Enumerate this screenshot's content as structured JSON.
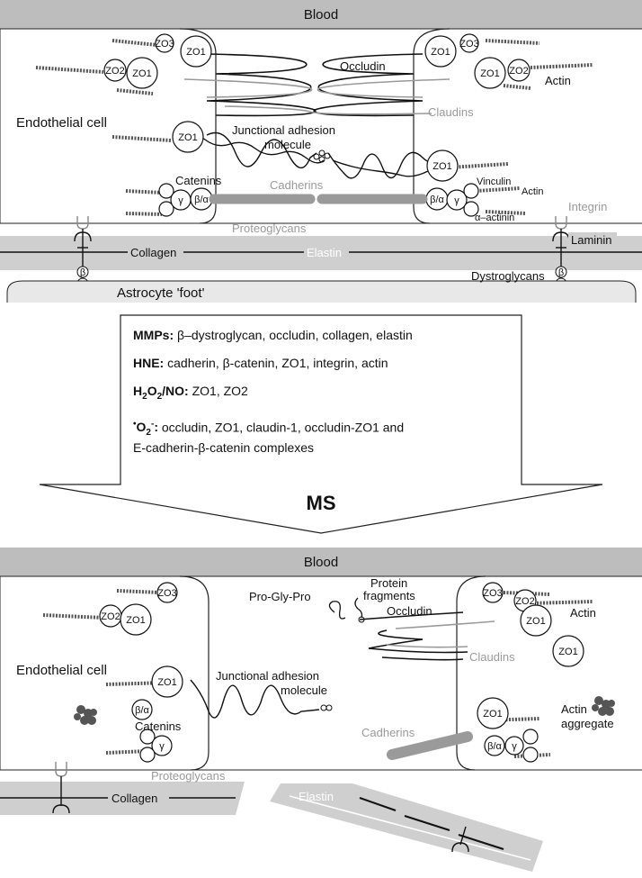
{
  "top": {
    "blood": "Blood",
    "endothelial_cell": "Endothelial cell",
    "zo1": "ZO1",
    "zo2": "ZO2",
    "zo3": "ZO3",
    "occludin": "Occludin",
    "actin": "Actin",
    "claudins": "Claudins",
    "jam_line1": "Junctional adhesion",
    "jam_line2": "molecule",
    "catenins": "Catenins",
    "cadherins": "Cadherins",
    "vinculin": "Vinculin",
    "alpha_actinin": "α–actinin",
    "integrin": "Integrin",
    "proteoglycans": "Proteoglycans",
    "collagen": "Collagen",
    "elastin": "Elastin",
    "laminin": "Laminin",
    "dystroglycans": "Dystroglycans",
    "astrocyte": "Astrocyte 'foot'",
    "gamma": "γ",
    "beta_alpha": "β/α",
    "beta": "β",
    "alpha": "α"
  },
  "middle": {
    "mmps_label": "MMPs:",
    "mmps_text": "β–dystroglycan, occludin, collagen, elastin",
    "hne_label": "HNE:",
    "hne_text": "cadherin, β-catenin, ZO1, integrin, actin",
    "h2o2_H": "H",
    "h2o2_2a": "2",
    "h2o2_O": "O",
    "h2o2_2b": "2",
    "h2o2_slash": "/NO:",
    "h2o2_text": "ZO1, ZO2",
    "o2_dot": "•",
    "o2_O": "O",
    "o2_2": "2",
    "o2_minus": "-",
    "o2_colon": ":",
    "o2_text_line1": "occludin, ZO1, claudin-1, occludin-ZO1 and",
    "o2_text_line2": "E-cadherin-β-catenin complexes",
    "ms": "MS"
  },
  "bottom": {
    "blood": "Blood",
    "endothelial_cell": "Endothelial cell",
    "zo1": "ZO1",
    "zo2": "ZO2",
    "zo3": "ZO3",
    "pro_gly_pro": "Pro-Gly-Pro",
    "protein_fragments_line1": "Protein",
    "protein_fragments_line2": "fragments",
    "occludin": "Occludin",
    "actin": "Actin",
    "claudins": "Claudins",
    "jam_line1": "Junctional adhesion",
    "jam_line2": "molecule",
    "catenins": "Catenins",
    "cadherins": "Cadherins",
    "actin_aggregate_line1": "Actin",
    "actin_aggregate_line2": "aggregate",
    "proteoglycans": "Proteoglycans",
    "collagen": "Collagen",
    "elastin": "Elastin",
    "gamma": "γ",
    "beta_alpha": "β/α"
  }
}
